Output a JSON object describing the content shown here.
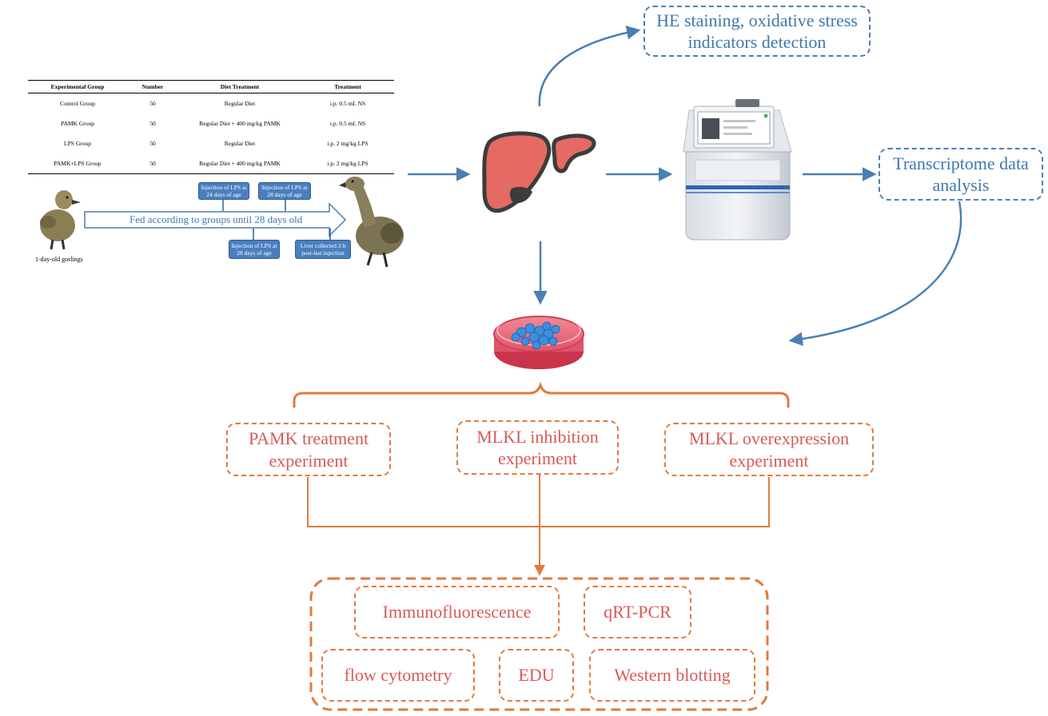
{
  "table": {
    "headers": [
      "Experimental Group",
      "Number",
      "Diet Treatment",
      "Treatment"
    ],
    "rows": [
      [
        "Control Group",
        "50",
        "Regular Diet",
        "i.p. 0.5 mL NS"
      ],
      [
        "PAMK Group",
        "50",
        "Regular Diet + 400 mg/kg PAMK",
        "i.p. 0.5 mL NS"
      ],
      [
        "LPS Group",
        "50",
        "Regular Diet",
        "i.p. 2 mg/kg LPS"
      ],
      [
        "PAMK+LPS Group",
        "50",
        "Regular Diet + 400 mg/kg PAMK",
        "i.p. 2 mg/kg LPS"
      ]
    ]
  },
  "timeline": {
    "arrow_text": "Fed according to groups until 28 days old",
    "gosling_label": "1-day-old goslings",
    "tag_top_1": "Injection of LPS at 24 days of age",
    "tag_top_2": "Injection of LPS at 28 days of age",
    "tag_bottom_1": "Injection of LPS at 28 days of age",
    "tag_bottom_2": "Liver collected 3 h post-last injection"
  },
  "boxes": {
    "he_staining": "HE staining, oxidative stress indicators detection",
    "transcriptome": "Transcriptome data analysis",
    "pamk": "PAMK treatment experiment",
    "mlkl_inhibition": "MLKL inhibition experiment",
    "mlkl_overexpression": "MLKL overexpression experiment",
    "immunofluorescence": "Immunofluorescence",
    "qrtpcr": "qRT-PCR",
    "flow": "flow cytometry",
    "edu": "EDU",
    "western": "Western blotting"
  },
  "colors": {
    "blue": "#4a7fb5",
    "orange": "#e07a3c",
    "label_red": "#d85a5a",
    "liver": "#e46a63"
  }
}
